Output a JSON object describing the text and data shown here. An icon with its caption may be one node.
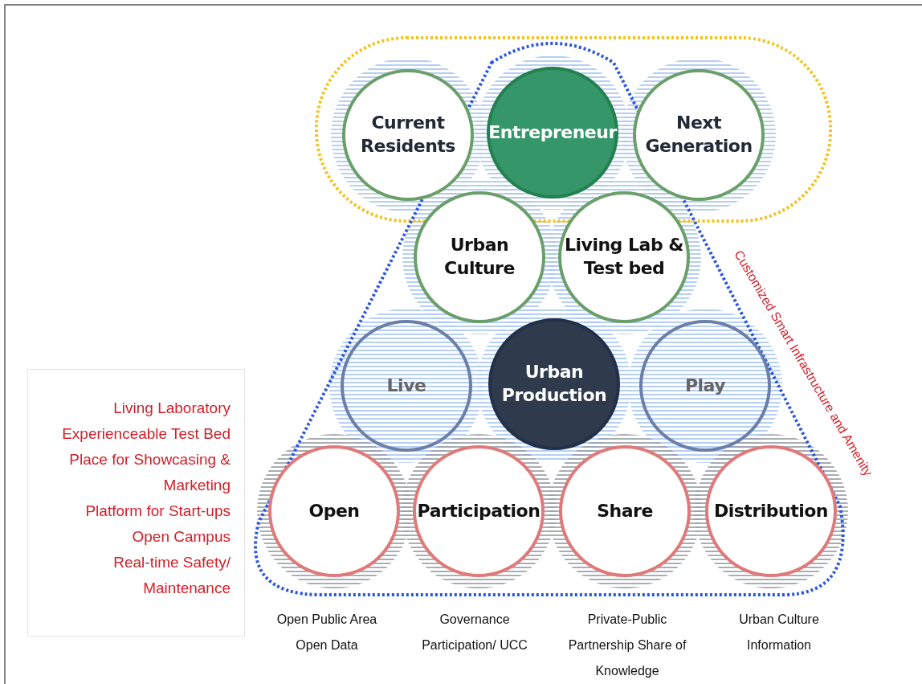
{
  "diagram": {
    "nodes": [
      {
        "text": [
          "Current Residents"
        ]
      },
      {
        "text": [
          "Entrepreneur"
        ]
      },
      {
        "text": [
          "Next Generation"
        ]
      },
      {
        "text": [
          "Urban Culture"
        ]
      },
      {
        "text": [
          "Living Lab & Test bed"
        ]
      },
      {
        "text": [
          "Live"
        ]
      },
      {
        "text": [
          "Urban Production"
        ]
      },
      {
        "text": [
          "Play"
        ]
      },
      {
        "text": [
          "Open"
        ]
      },
      {
        "text": [
          "Participation"
        ]
      },
      {
        "text": [
          "Share"
        ]
      },
      {
        "text": [
          "Distribution"
        ]
      },
      {
        "text": [
          "Living Laboratory",
          "Experienceable Test Bed",
          "Place for Showcasing & Marketing",
          "Platform for Start-ups",
          "Open Campus",
          "Real-time Safety/ Maintenance"
        ]
      }
    ],
    "edges": [],
    "labels": [
      "Customized Smart Infrastructure and Amenity",
      "Open Public Area Open Data",
      "Governance Participation/ UCC",
      "Private-Public Partnership Share of Knowledge",
      "Urban Culture Information"
    ]
  }
}
